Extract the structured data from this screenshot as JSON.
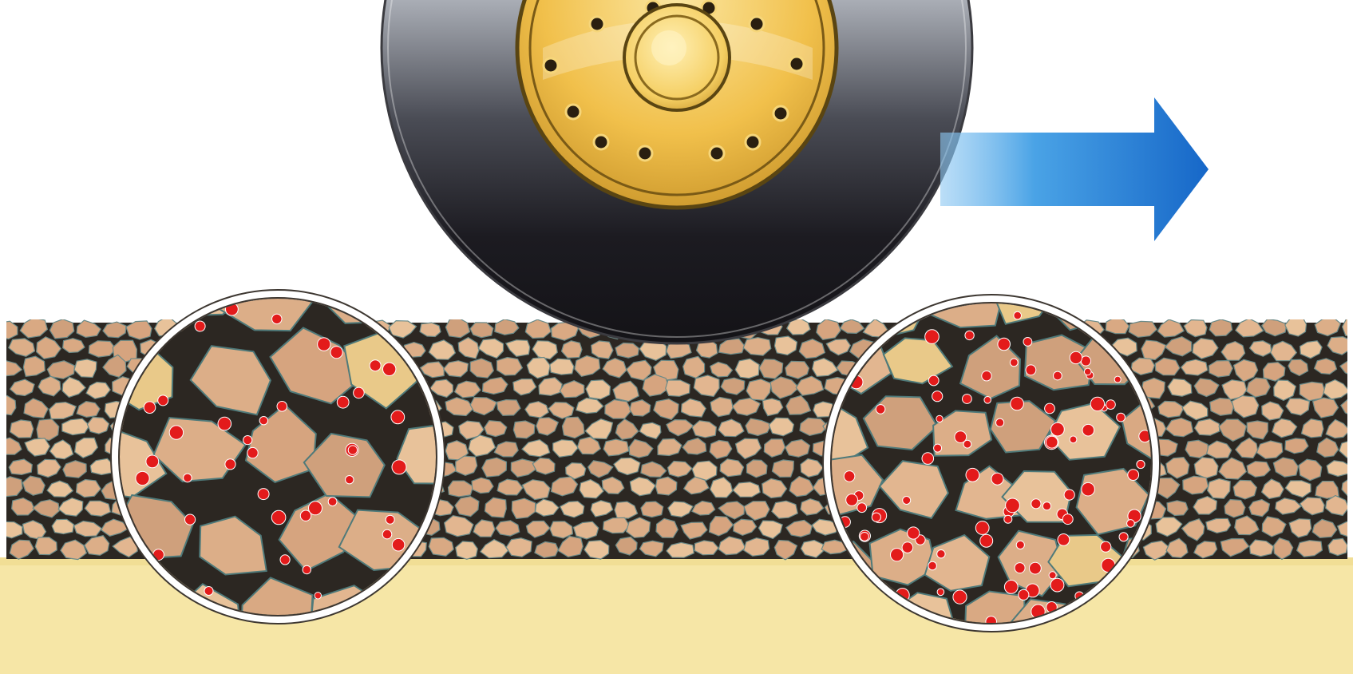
{
  "diagram": {
    "labels": [],
    "colors": {
      "background": "#ffffff",
      "tire_light": "#f4f4f6",
      "tire_mid": "#a9adb5",
      "tire_dark": "#141317",
      "rim_gold": "#f1c04b",
      "rim_edge": "#5a4512",
      "hub_gold": "#f5cf63",
      "arrow_light": "#8ec8f2",
      "arrow_dark": "#1667c8",
      "aggregate_stone": "#dcae88",
      "aggregate_outline": "#2c2722",
      "binder_red": "#e31b1b",
      "subgrade": "#f6e6a6",
      "magnifier_ring": "#ffffff"
    },
    "elements": [
      {
        "name": "rolling-wheel",
        "kind": "wheel"
      },
      {
        "name": "direction-arrow",
        "kind": "arrow",
        "direction": "right"
      },
      {
        "name": "aggregate-layer",
        "kind": "pavement-layer"
      },
      {
        "name": "subgrade-layer",
        "kind": "base-layer"
      },
      {
        "name": "magnified-view-left",
        "kind": "magnifier",
        "binder": "sparse"
      },
      {
        "name": "magnified-view-right",
        "kind": "magnifier",
        "binder": "dense"
      }
    ]
  }
}
